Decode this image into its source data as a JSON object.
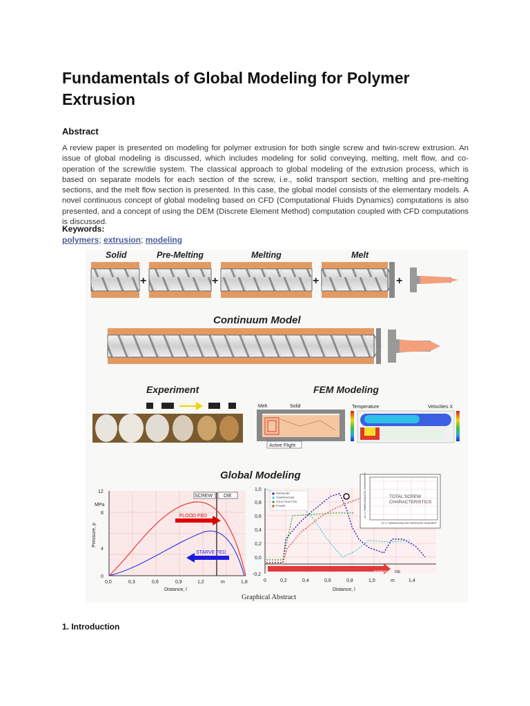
{
  "title": "Fundamentals of Global Modeling for Polymer Extrusion",
  "abstract": {
    "heading": "Abstract",
    "text": "A review paper is presented on modeling for polymer extrusion for both single screw and twin-screw extrusion. An issue of global modeling is discussed, which includes modeling for solid conveying, melting, melt flow, and co-operation of the screw/die system. The classical approach to global modeling of the extrusion process, which is based on separate models for each section of the screw, i.e., solid transport section, melting and pre-melting sections, and the melt flow section is presented. In this case, the global model consists of the elementary models. A novel continuous concept of global modeling based on CFD (Computational Fluids Dynamics) computations is also presented, and a concept of using the DEM (Discrete Element Method) computation coupled with CFD computations is discussed."
  },
  "keywords": {
    "heading": "Keywords:",
    "items": [
      "polymers",
      "extrusion",
      "modeling"
    ],
    "separator": ";"
  },
  "figure": {
    "section_labels": [
      "Solid",
      "Pre-Melting",
      "Melting",
      "Melt"
    ],
    "plus": "+",
    "continuum_title": "Continuum Model",
    "experiment_title": "Experiment",
    "fem_title": "FEM Modeling",
    "fem_labels": {
      "melt": "Melt",
      "solid": "Solid",
      "active_flight": "Active Flight",
      "temperature": "Temperature",
      "velocities": "Velocities X"
    },
    "global_title": "Global Modeling",
    "caption": "Graphical Abstract",
    "left_plot": {
      "y_ticks": [
        "12",
        "8",
        "4",
        "0"
      ],
      "y_unit": "MPa",
      "y_label": "Pressure, p",
      "x_ticks": [
        "0,0",
        "0,3",
        "0,6",
        "0,9",
        "1,2",
        "m",
        "1,8"
      ],
      "x_label": "Distance, l",
      "screw_label": "SCREW",
      "die_label": "DIE",
      "flood_label": "FLOOD FED",
      "starve_label": "STARVE FED"
    },
    "right_plot": {
      "y_ticks": [
        "1,0",
        "0,8",
        "0,6",
        "0,4",
        "0,2",
        "0,0",
        "-0,2"
      ],
      "x_ticks": [
        "0",
        "0,2",
        "0,4",
        "0,6",
        "0,8",
        "1,0",
        "m",
        "1,4"
      ],
      "x_label": "Distance, l",
      "legend": [
        "PRESSURE",
        "TEMPERATURE",
        "SOLID FRACTION",
        "POWER"
      ],
      "screw_label": "SCREW",
      "die_label": "DIE",
      "inset_title": "TOTAL SCREW CHARACTERISTICS",
      "inset_xlabel": "10^-2, DIMENSIONLESS PRESSURE GRADIENT",
      "inset_ylabel": "10^-1, DIMENSIONLESS THROUGHPUT"
    }
  },
  "intro_heading": "1. Introduction"
}
